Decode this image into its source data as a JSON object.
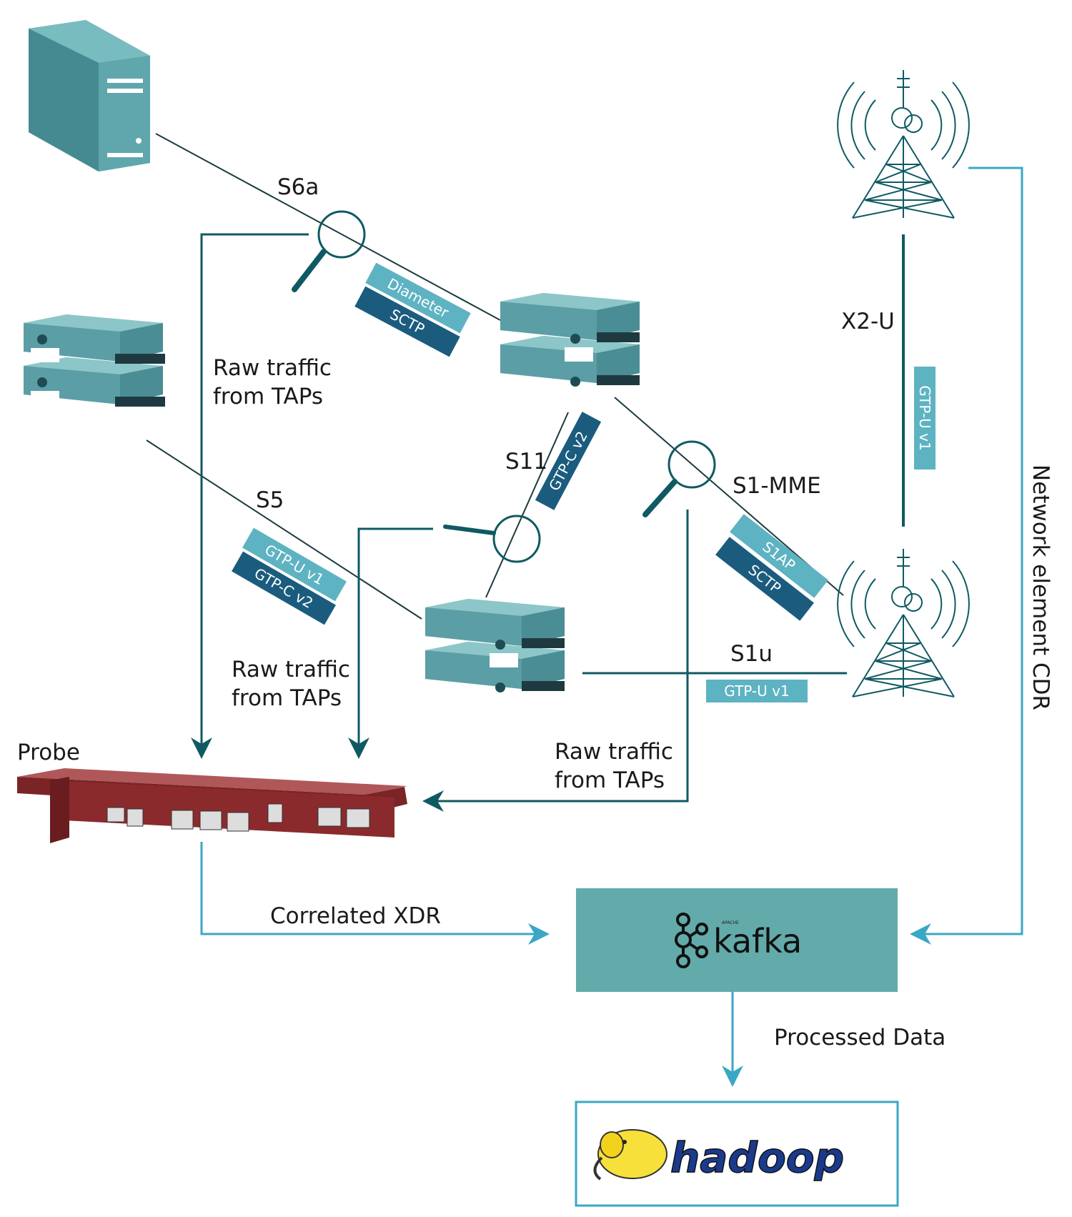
{
  "labels": {
    "s6a": "S6a",
    "s5": "S5",
    "s11": "S11",
    "s1mme": "S1-MME",
    "s1u": "S1u",
    "x2u": "X2-U",
    "raw1_line1": "Raw traffic",
    "raw1_line2": "from TAPs",
    "raw2_line1": "Raw traffic",
    "raw2_line2": "from TAPs",
    "raw3_line1": "Raw traffic",
    "raw3_line2": "from TAPs",
    "probe": "Probe",
    "correlated_xdr": "Correlated XDR",
    "network_cdr": "Network element CDR",
    "processed_data": "Processed Data"
  },
  "tags": {
    "diameter": "Diameter",
    "sctp_top": "SCTP",
    "gtpc_s11": "GTP-C v2",
    "gtpu_s5": "GTP-U v1",
    "gtpc_s5": "GTP-C v2",
    "s1ap": "S1AP",
    "sctp_s1": "SCTP",
    "gtpu_s1u": "GTP-U v1",
    "gtpu_x2": "GTP-U v1"
  },
  "logos": {
    "kafka": "kafka",
    "kafka_apache": "APACHE",
    "hadoop": "hadoop"
  },
  "colors": {
    "dark_line": "#0f5a62",
    "light_line": "#3aa7c4",
    "tag_light": "#5eb3c2",
    "tag_dark": "#1b5c7e",
    "kafka_box": "#63aaaa",
    "server": "#5b9ea6",
    "probe": "#8b2a2c"
  }
}
